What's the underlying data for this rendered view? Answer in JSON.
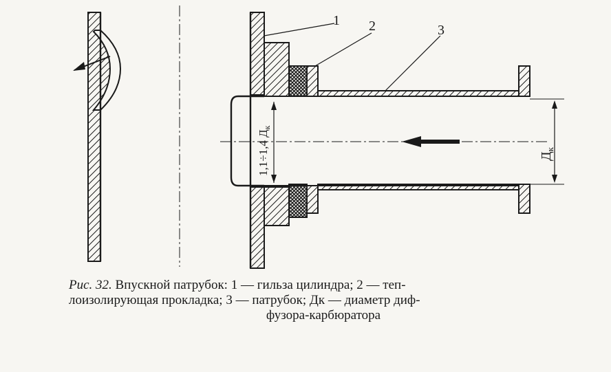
{
  "labels": {
    "callout_1": "1",
    "callout_2": "2",
    "callout_3": "3",
    "dim_vertical": "1,1÷1,4 Д",
    "dim_vertical_sub": "к",
    "dim_right": "Д",
    "dim_right_sub": "к"
  },
  "caption": {
    "lead": "Рис. 32.",
    "line1": " Впускной патрубок: 1 — гильза цилиндра; 2 — теп-",
    "line2": "лоизолирующая прокладка; 3 — патрубок; Дк — диаметр диф-",
    "line3": "фузора-карбюратора"
  }
}
